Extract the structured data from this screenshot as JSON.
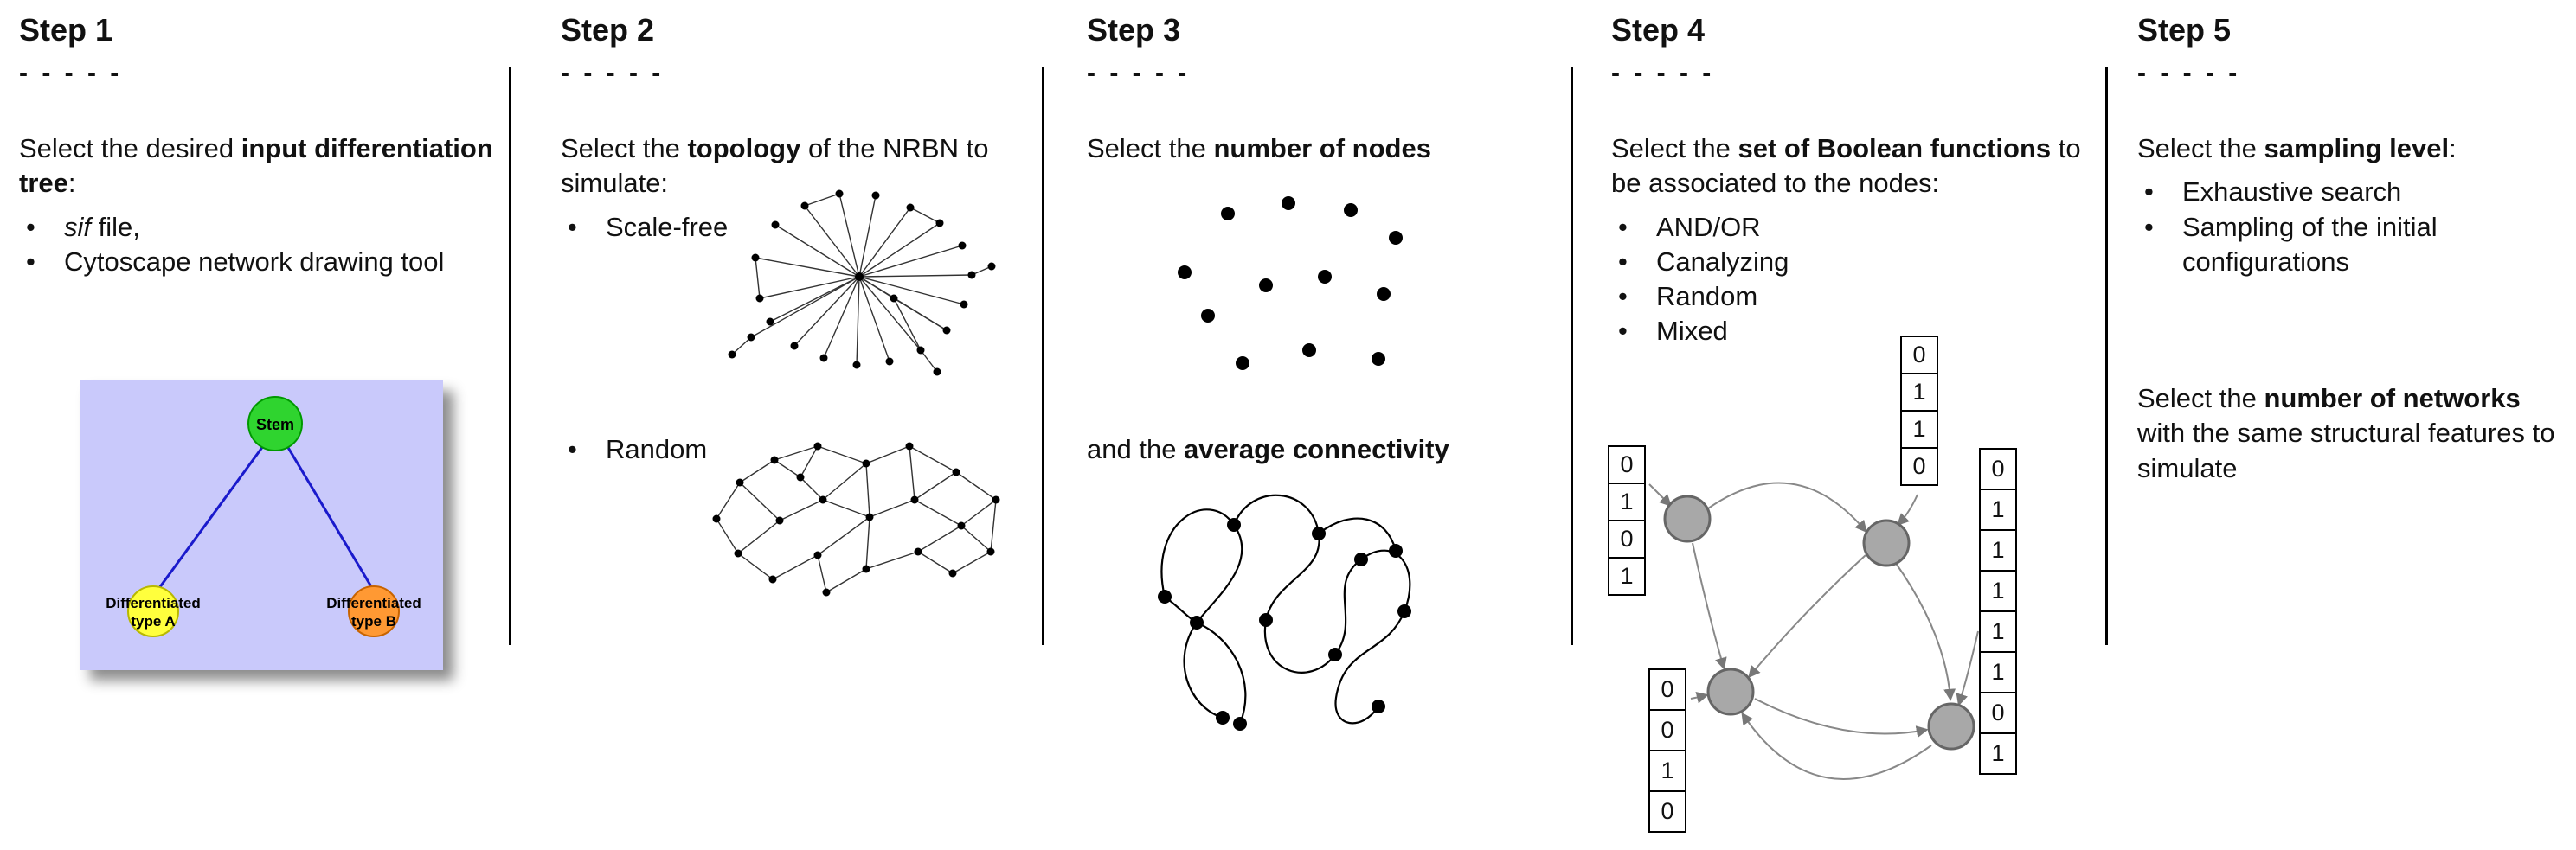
{
  "steps": {
    "step1": {
      "title": "Step 1",
      "dashes": "- - - - -",
      "intro": {
        "t1": "Select the desired ",
        "b1": "input differentiation tree",
        "t2": ":"
      },
      "bullets": {
        "b1_italic": "sif",
        "b1_rest": " file,",
        "b2": "Cytoscape network drawing tool"
      },
      "tree": {
        "stem_label": "Stem",
        "typeA_line1": "Differentiated",
        "typeA_line2": "type A",
        "typeB_line1": "Differentiated",
        "typeB_line2": "type B"
      }
    },
    "step2": {
      "title": "Step 2",
      "dashes": "- - - - -",
      "intro": {
        "t1": "Select the ",
        "b1": "topology",
        "t2": " of the NRBN to simulate:"
      },
      "bullets": {
        "b1": "Scale-free",
        "b2": "Random"
      }
    },
    "step3": {
      "title": "Step 3",
      "dashes": "- - - - -",
      "line1": {
        "t1": "Select the ",
        "b1": "number of nodes"
      },
      "line2": {
        "t1": "and the ",
        "b1": "average connectivity"
      }
    },
    "step4": {
      "title": "Step 4",
      "dashes": "- - - - -",
      "intro": {
        "t1": "Select the ",
        "b1": "set of Boolean functions",
        "t2": " to be associated to the nodes:"
      },
      "bullets": {
        "b1": "AND/OR",
        "b2": "Canalyzing",
        "b3": "Random",
        "b4": "Mixed"
      },
      "tables": {
        "left": [
          "0",
          "1",
          "0",
          "1"
        ],
        "top": [
          "0",
          "1",
          "1",
          "0"
        ],
        "right": [
          "0",
          "1",
          "1",
          "1",
          "1",
          "1",
          "0",
          "1"
        ],
        "bottom": [
          "0",
          "0",
          "1",
          "0"
        ]
      }
    },
    "step5": {
      "title": "Step 5",
      "dashes": "- - - - -",
      "intro": {
        "t1": "Select the ",
        "b1": "sampling level",
        "t2": ":"
      },
      "bullets": {
        "b1": "Exhaustive search",
        "b2": "Sampling of the initial configurations"
      },
      "para2": {
        "t1": "Select the ",
        "b1": "number of networks",
        "t2": " with the same structural features to simulate"
      }
    }
  },
  "colors": {
    "tree_background": "#c9c9fb",
    "tree_edge": "#1a1acc",
    "stem_node": "#2fd42f",
    "typeA_node": "#ffff3d",
    "typeB_node": "#ff9933",
    "boolean_node": "#a8a8a8",
    "arrow": "#888888"
  }
}
